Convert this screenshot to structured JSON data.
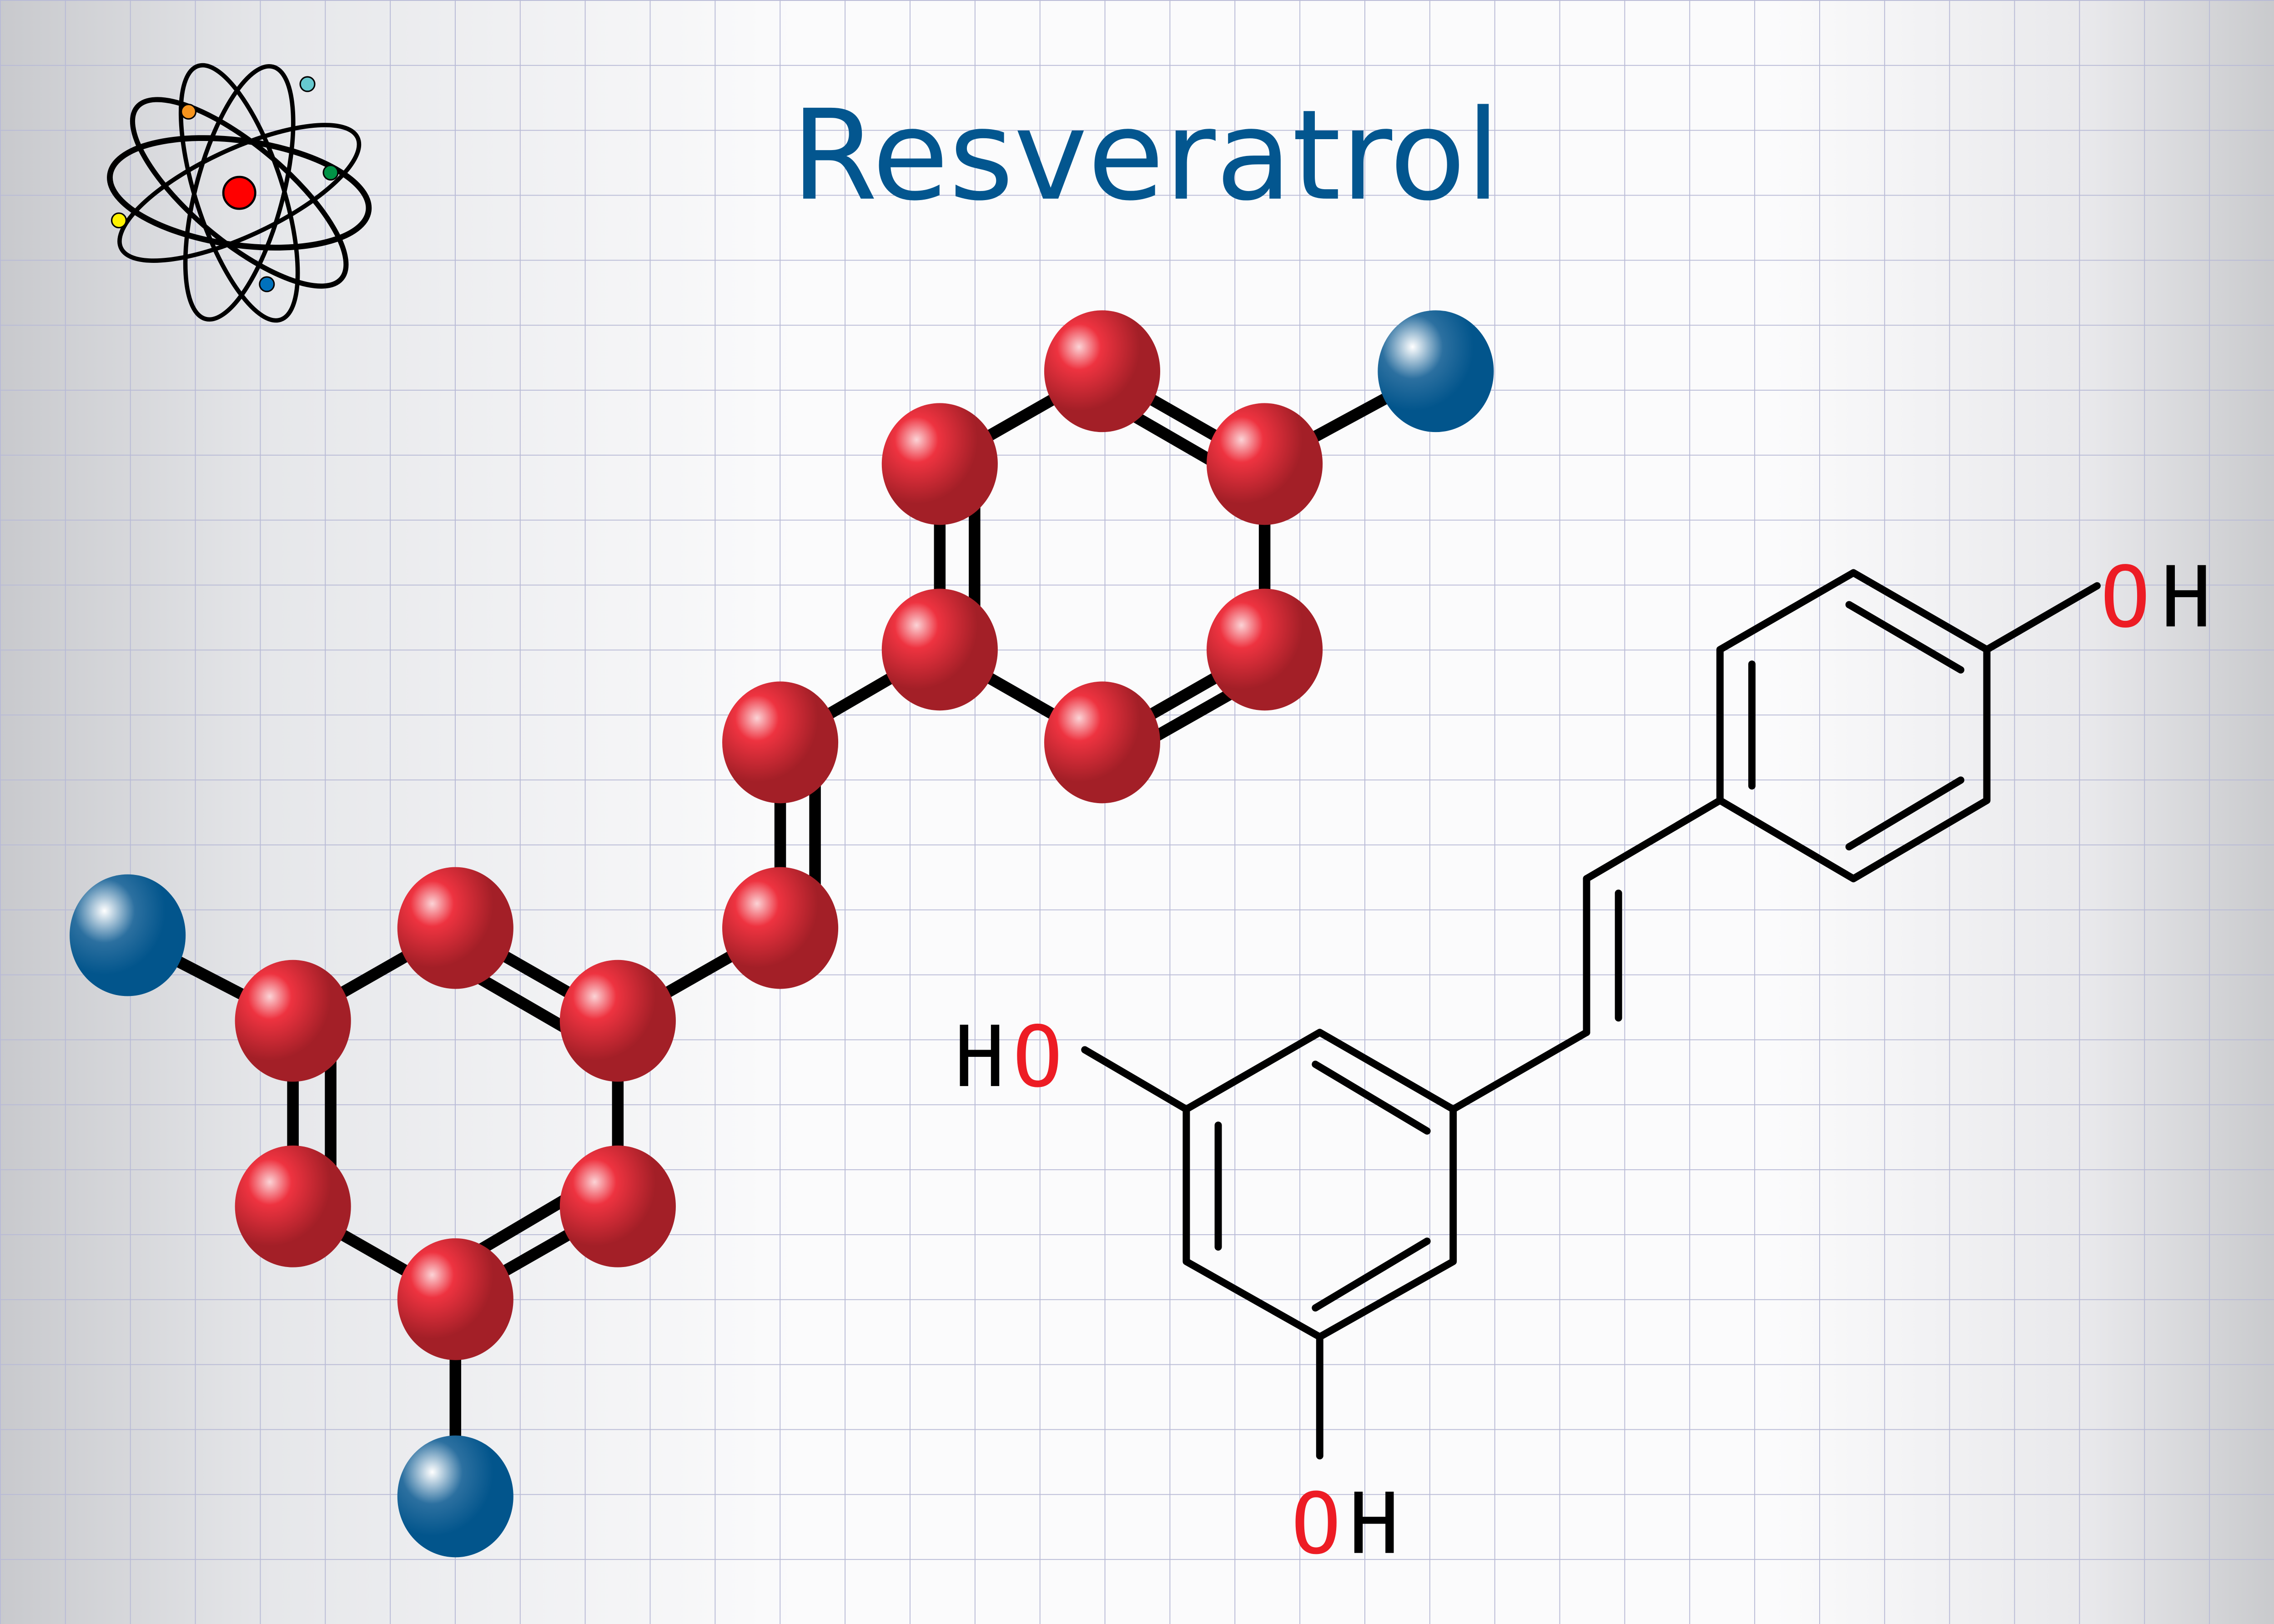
{
  "title": "Resveratrol",
  "colors": {
    "title": "#03568f",
    "grid": "#b8bad6",
    "background_edge": "#c8c9cd",
    "background_center": "#ffffff",
    "carbon_atom_light": "#f4a6ab",
    "carbon_atom_mid": "#ee3340",
    "carbon_atom_dark": "#a31f27",
    "oxygen_atom_light": "#ffffff",
    "oxygen_atom_dark": "#02558c",
    "bond": "#000000",
    "oxygen_label": "#ed1c24",
    "hydrogen_label": "#000000",
    "nucleus": "#ff0000"
  },
  "atom_icon": {
    "electrons": [
      {
        "name": "orange",
        "color": "#f7941d"
      },
      {
        "name": "cyan",
        "color": "#66c9cf"
      },
      {
        "name": "green",
        "color": "#009245"
      },
      {
        "name": "yellow",
        "color": "#fff200"
      },
      {
        "name": "blue",
        "color": "#0071bc"
      }
    ]
  },
  "ball_and_stick": {
    "carbon_count": 14,
    "oxygen_count": 3
  },
  "skeletal_formula": {
    "labels": [
      {
        "id": "oh_top_right",
        "o": "O",
        "h": "H"
      },
      {
        "id": "ho_left",
        "h": "H",
        "o": "O"
      },
      {
        "id": "oh_bottom",
        "o": "O",
        "h": "H"
      }
    ]
  }
}
